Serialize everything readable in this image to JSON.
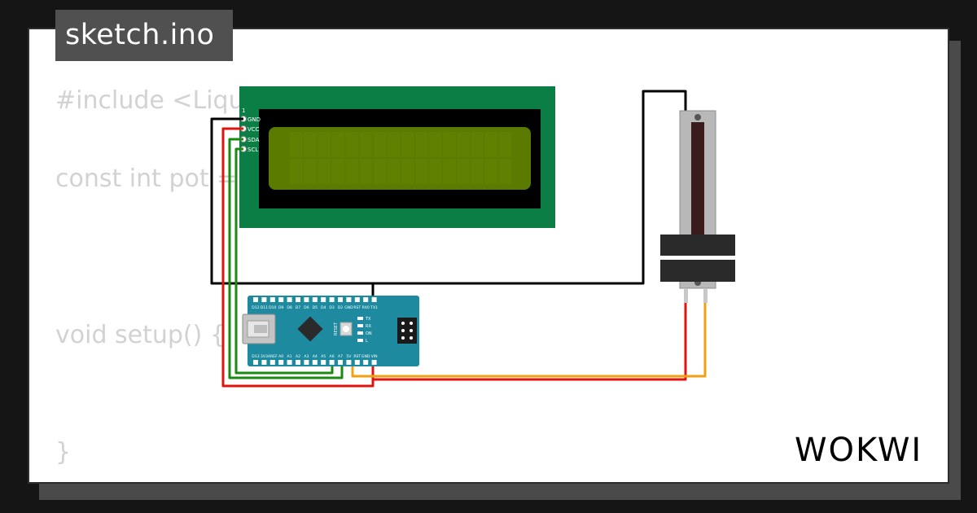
{
  "title": "sketch.ino",
  "code_lines": [
    "#include <Liqui",
    "const int pot =",
    "void setup() {",
    "}"
  ],
  "brand": "WOKWI",
  "lcd": {
    "pins": [
      "1",
      "GND",
      "VCC",
      "SDA",
      "SCL"
    ]
  },
  "nano": {
    "top_pins": [
      "D12",
      "D11",
      "D10",
      "D9",
      "D8",
      "D7",
      "D6",
      "D5",
      "D4",
      "D3",
      "D2",
      "GND",
      "RST",
      "RX0",
      "TX1"
    ],
    "bottom_pins": [
      "D13",
      "3V3",
      "AREF",
      "A0",
      "A1",
      "A2",
      "A3",
      "A4",
      "A5",
      "A6",
      "A7",
      "5V",
      "RST",
      "GND",
      "VIN"
    ],
    "leds": [
      "TX",
      "RX",
      "ON",
      "L"
    ],
    "reset_label": "RESET"
  },
  "colors": {
    "lcd_board": "#0a7e45",
    "lcd_screen": "#5a7a00",
    "nano_board": "#1d8aa0",
    "wire_black": "#000000",
    "wire_red": "#e0140f",
    "wire_green": "#1a8a12",
    "wire_orange": "#f0a010",
    "text_code": "#d2d2d2"
  }
}
